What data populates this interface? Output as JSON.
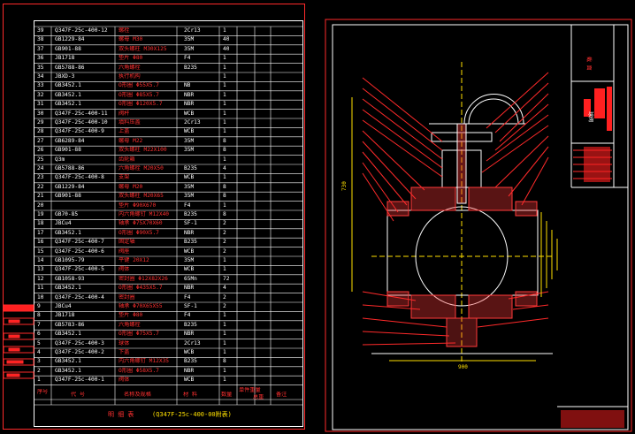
{
  "bom": {
    "rows": [
      {
        "no": "39",
        "code": "Q347F-25c-400-12",
        "name": "螺栓",
        "qty": "1",
        "material": "2Cr13"
      },
      {
        "no": "38",
        "code": "GB1229-84",
        "name": "螺母 M30",
        "qty": "40",
        "material": "35M"
      },
      {
        "no": "37",
        "code": "GB901-88",
        "name": "双头螺柱 M30X125",
        "qty": "40",
        "material": "35M"
      },
      {
        "no": "36",
        "code": "JB1718",
        "name": "垫片 Φ80",
        "qty": "1",
        "material": "F4"
      },
      {
        "no": "35",
        "code": "GB5788-86",
        "name": "六角螺栓",
        "qty": "1",
        "material": "B235"
      },
      {
        "no": "34",
        "code": "JBXD-3",
        "name": "执行机构",
        "qty": "1",
        "material": ""
      },
      {
        "no": "33",
        "code": "GB3452.1",
        "name": "O形圈 Φ55X5.7",
        "qty": "1",
        "material": "NB"
      },
      {
        "no": "32",
        "code": "GB3452.1",
        "name": "O形圈 Φ85X5.7",
        "qty": "1",
        "material": "NBR"
      },
      {
        "no": "31",
        "code": "GB3452.1",
        "name": "O形圈 Φ120X5.7",
        "qty": "1",
        "material": "NBR"
      },
      {
        "no": "30",
        "code": "Q347F-25c-400-11",
        "name": "阀杆",
        "qty": "1",
        "material": "WCB"
      },
      {
        "no": "29",
        "code": "Q347F-25c-400-10",
        "name": "填料压盖",
        "qty": "1",
        "material": "2Cr13"
      },
      {
        "no": "28",
        "code": "Q347F-25c-400-9",
        "name": "上盖",
        "qty": "1",
        "material": "WCB"
      },
      {
        "no": "27",
        "code": "GB6289-84",
        "name": "螺母 M22",
        "qty": "8",
        "material": "35M"
      },
      {
        "no": "26",
        "code": "GB901-88",
        "name": "双头螺柱 M22X100",
        "qty": "8",
        "material": "35M"
      },
      {
        "no": "25",
        "code": "Q3m",
        "name": "齿轮箱",
        "qty": "1",
        "material": ""
      },
      {
        "no": "24",
        "code": "GB5788-86",
        "name": "六角螺栓 M20X50",
        "qty": "4",
        "material": "B235"
      },
      {
        "no": "23",
        "code": "Q347F-25c-400-8",
        "name": "支架",
        "qty": "1",
        "material": "WCB"
      },
      {
        "no": "22",
        "code": "GB1229-84",
        "name": "螺母 M20",
        "qty": "8",
        "material": "35M"
      },
      {
        "no": "21",
        "code": "GB901-88",
        "name": "双头螺柱 M20X65",
        "qty": "8",
        "material": "35M"
      },
      {
        "no": "20",
        "code": "",
        "name": "垫片 Φ90X670",
        "qty": "1",
        "material": "F4"
      },
      {
        "no": "19",
        "code": "GB70-85",
        "name": "内六角螺钉 M12X40",
        "qty": "8",
        "material": "B235"
      },
      {
        "no": "18",
        "code": "JBCu4",
        "name": "轴承 Φ75X70X60",
        "qty": "2",
        "material": "SF-1"
      },
      {
        "no": "17",
        "code": "GB3452.1",
        "name": "O形圈 Φ90X5.7",
        "qty": "2",
        "material": "NBR"
      },
      {
        "no": "16",
        "code": "Q347F-25c-400-7",
        "name": "固定轴",
        "qty": "2",
        "material": "B235"
      },
      {
        "no": "15",
        "code": "Q347F-25c-400-6",
        "name": "阀座",
        "qty": "2",
        "material": "WCB"
      },
      {
        "no": "14",
        "code": "GB1095-79",
        "name": "平键 20X12",
        "qty": "1",
        "material": "35M"
      },
      {
        "no": "13",
        "code": "Q347F-25c-400-5",
        "name": "阀体",
        "qty": "1",
        "material": "WCB"
      },
      {
        "no": "12",
        "code": "GB1058-93",
        "name": "密封圈 Φ12X82X26",
        "qty": "72",
        "material": "65Mn"
      },
      {
        "no": "11",
        "code": "GB3452.1",
        "name": "O形圈 Φ435X5.7",
        "qty": "4",
        "material": "NBR"
      },
      {
        "no": "10",
        "code": "Q347F-25c-400-4",
        "name": "密封圈",
        "qty": "2",
        "material": "F4"
      },
      {
        "no": "9",
        "code": "JBCu4",
        "name": "轴承 Φ70X65X55",
        "qty": "2",
        "material": "SF-1"
      },
      {
        "no": "8",
        "code": "JB1718",
        "name": "垫片 Φ80",
        "qty": "1",
        "material": "F4"
      },
      {
        "no": "7",
        "code": "GB5783-86",
        "name": "六角螺栓",
        "qty": "1",
        "material": "B235"
      },
      {
        "no": "6",
        "code": "GB3452.1",
        "name": "O形圈 Φ75X5.7",
        "qty": "1",
        "material": "NBR"
      },
      {
        "no": "5",
        "code": "Q347F-25c-400-3",
        "name": "球体",
        "qty": "1",
        "material": "2Cr13"
      },
      {
        "no": "4",
        "code": "Q347F-25c-400-2",
        "name": "下盖",
        "qty": "1",
        "material": "WCB"
      },
      {
        "no": "3",
        "code": "GB3452.1",
        "name": "内六角螺钉 M12X35",
        "qty": "8",
        "material": "B235"
      },
      {
        "no": "2",
        "code": "GB3452.1",
        "name": "O形圈 Φ58X5.7",
        "qty": "1",
        "material": "NBR"
      },
      {
        "no": "1",
        "code": "Q347F-25c-400-1",
        "name": "阀体",
        "qty": "1",
        "material": "WCB"
      }
    ],
    "header": {
      "no": "序号",
      "code": "代 号",
      "name": "名称及规格",
      "material": "材 料",
      "qty": "数量",
      "unit_weight": "单件重量",
      "total_weight": "总重",
      "remark": "备注"
    },
    "title": "明 细 表",
    "drawing_ref": "(Q347F-25c-400-00附表)"
  },
  "drawing": {
    "dim_bottom": "900",
    "dim_left": "730",
    "title_block": {
      "label_a": "截 面",
      "label_b": "球阀"
    }
  },
  "colors": {
    "frame": "#ff2a2a",
    "white": "#ffffff",
    "yellow": "#ffe000",
    "red_fill": "#ff2020",
    "hatch": "#ff3a3a"
  }
}
